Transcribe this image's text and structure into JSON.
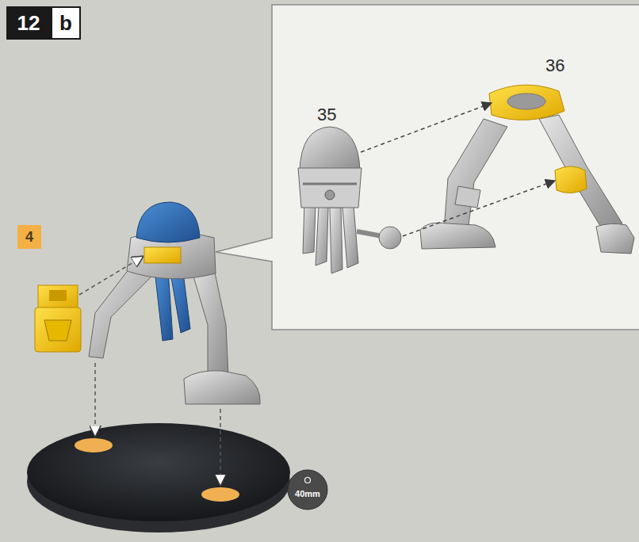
{
  "diagram": {
    "nodes": [
      {
        "text": [
          "12"
        ]
      },
      {
        "text": [
          "b"
        ]
      },
      {
        "text": [
          "4"
        ]
      },
      {
        "text": [
          "40mm"
        ]
      }
    ],
    "labels": [
      "35",
      "36"
    ]
  }
}
